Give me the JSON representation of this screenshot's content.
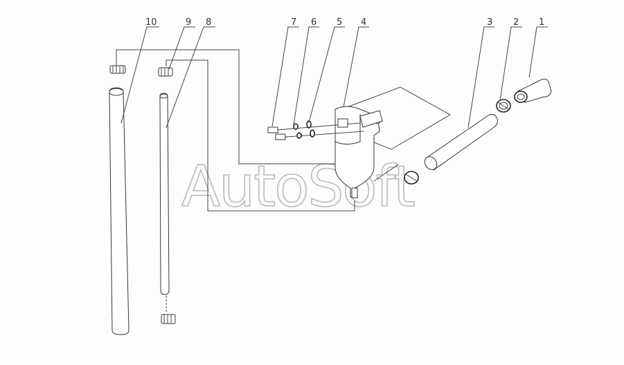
{
  "callouts": [
    {
      "id": 1,
      "label": "1"
    },
    {
      "id": 2,
      "label": "2"
    },
    {
      "id": 3,
      "label": "3"
    },
    {
      "id": 4,
      "label": "4"
    },
    {
      "id": 5,
      "label": "5"
    },
    {
      "id": 6,
      "label": "6"
    },
    {
      "id": 7,
      "label": "7"
    },
    {
      "id": 8,
      "label": "8"
    },
    {
      "id": 9,
      "label": "9"
    },
    {
      "id": 10,
      "label": "10"
    }
  ],
  "watermark": "AutoSoft"
}
